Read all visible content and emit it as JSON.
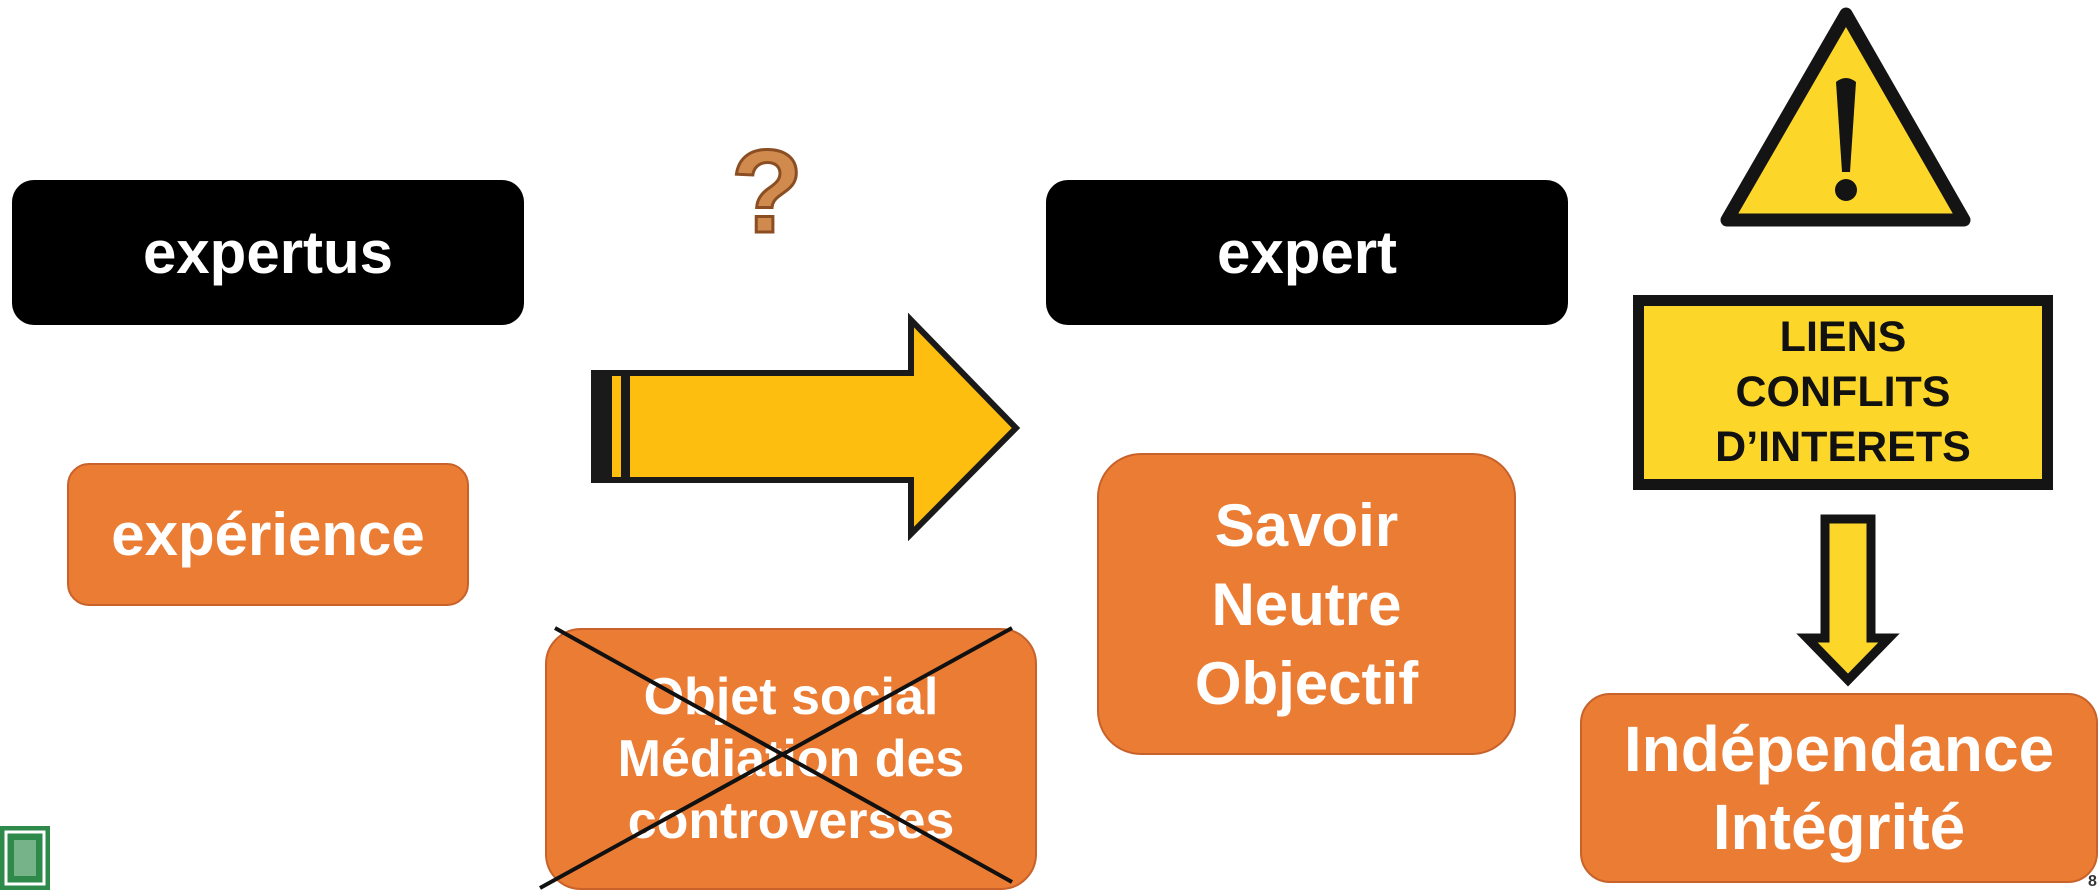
{
  "colors": {
    "black_box": "#000000",
    "orange_box": "#EB7C33",
    "arrow_fill": "#FDBE10",
    "warning_yellow": "#FDD62A",
    "text_white": "#FFFFFF"
  },
  "left": {
    "top_label": "expertus",
    "bottom_label": "expérience"
  },
  "middle": {
    "question_icon": "question-mark-icon",
    "arrow_icon": "right-arrow-icon",
    "crossed_box_lines": [
      "Objet social",
      "Médiation des",
      "controverses"
    ]
  },
  "right": {
    "top_label": "expert",
    "bottom_lines": [
      "Savoir",
      "Neutre",
      "Objectif"
    ]
  },
  "far_right": {
    "warning_icon": "warning-triangle-icon",
    "sign_lines": [
      "LIENS",
      "CONFLITS",
      "D’INTERETS"
    ],
    "down_arrow_icon": "down-arrow-icon",
    "bottom_lines": [
      "Indépendance",
      "Intégrité"
    ]
  },
  "footer": {
    "page_number": "8"
  }
}
